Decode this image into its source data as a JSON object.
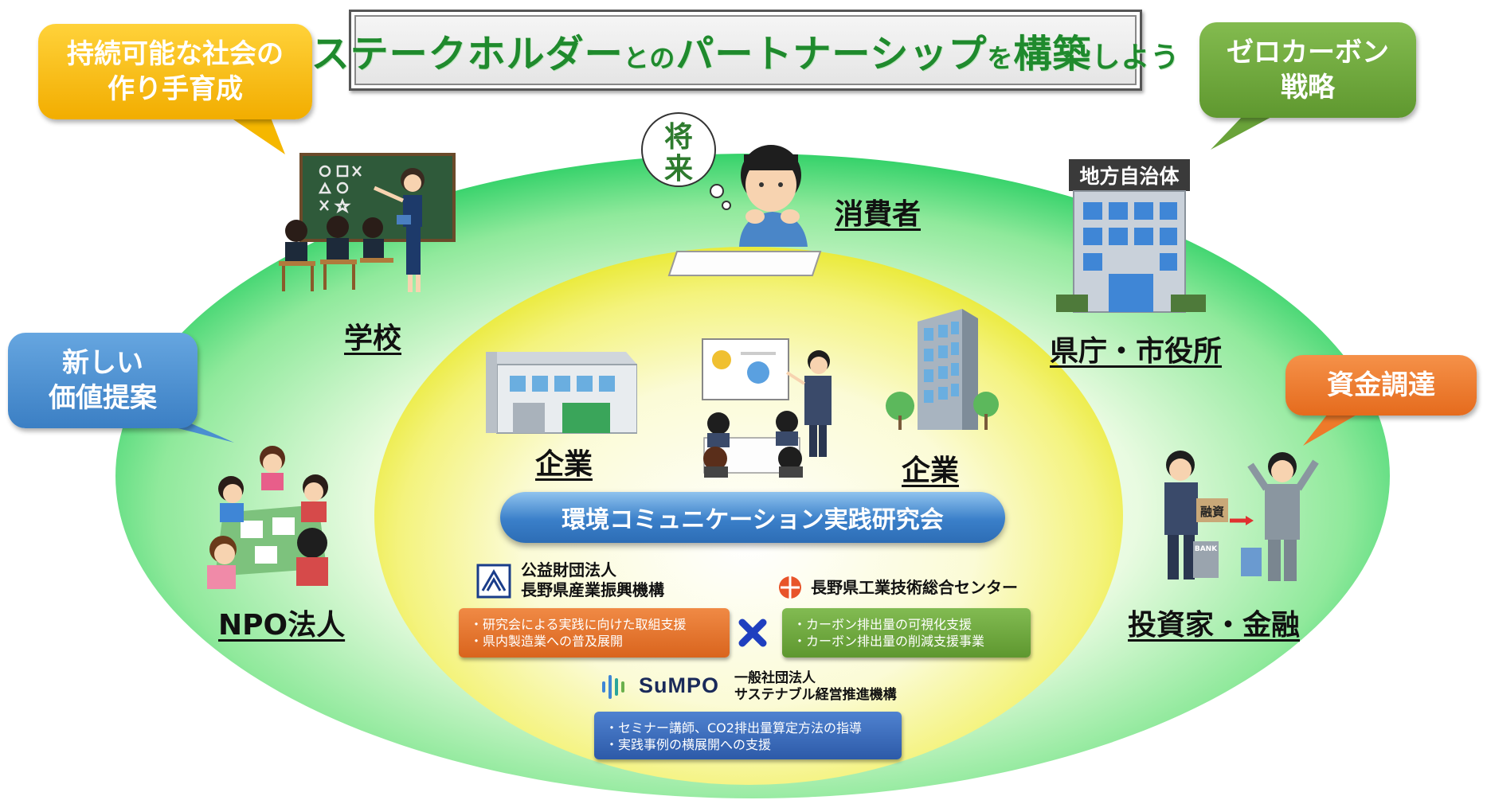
{
  "title": {
    "part1": "ステークホルダー",
    "part2": "との",
    "part3": "パートナーシップ",
    "part4": "を",
    "part5": "構築",
    "part6": "しよう"
  },
  "bubbles": {
    "school": [
      "持続可能な社会の",
      "作り手育成"
    ],
    "government": [
      "ゼロカーボン",
      "戦略"
    ],
    "npo": [
      "新しい",
      "価値提案"
    ],
    "investor": [
      "資金調達"
    ]
  },
  "stakeholders": {
    "school": "学校",
    "consumer": "消費者",
    "government": "県庁・市役所",
    "npo": "NPO法人",
    "investor": "投資家・金融",
    "company_left": "企業",
    "company_right": "企業"
  },
  "illustration_text": {
    "thought": [
      "将",
      "来"
    ],
    "building_sign": "地方自治体",
    "loan_tag": "融資",
    "bank": "BANK",
    "board_symbols": [
      "○",
      "□",
      "×",
      "△",
      "○",
      "×",
      "☆"
    ]
  },
  "research_group": "環境コミュニケーション実践研究会",
  "orgs": {
    "nagano_industry": {
      "type": "公益財団法人",
      "name": "長野県産業振興機構",
      "items": [
        "・研究会による実践に向けた取組支援",
        "・県内製造業への普及展開"
      ]
    },
    "nagano_tech": {
      "name": "長野県工業技術総合センター",
      "items": [
        "・カーボン排出量の可視化支援",
        "・カーボン排出量の削減支援事業"
      ]
    },
    "sumpo": {
      "logo": "SuMPO",
      "type": "一般社団法人",
      "name": "サステナブル経営推進機構",
      "items": [
        "・セミナー講師、CO2排出量算定方法の指導",
        "・実践事例の横展開への支援"
      ]
    }
  },
  "colors": {
    "title_text": "#1f8a2d",
    "bubble_yellow": "#f5b700",
    "bubble_green": "#6aa33a",
    "bubble_blue": "#4a8fd0",
    "bubble_orange": "#ee7a2a",
    "research_pill": "#3a7fc9",
    "box_orange": "#e8742b",
    "box_green": "#6aa33a",
    "box_blue": "#2f5fb0",
    "cross": "#1f3fbf"
  }
}
